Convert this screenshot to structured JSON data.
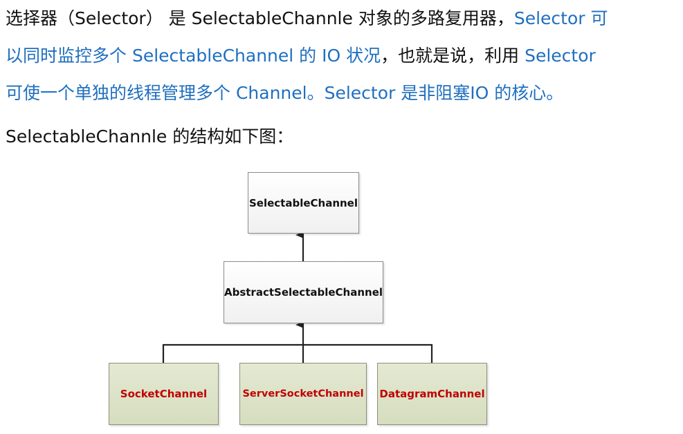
{
  "paragraph1": {
    "line1": {
      "a": "选择器（Selector） 是 SelectableChannle 对象的多路复用器，",
      "b": "Selector 可"
    },
    "line2": {
      "a": "以同时监控多个 SelectableChannel 的 IO 状况",
      "b": "，也就是说，利用 ",
      "c": "Selector"
    },
    "line3": {
      "a": "可使一个单独的线程管理多个 Channel。Selector 是非阻塞IO 的核心。"
    }
  },
  "paragraph2": "SelectableChannle 的结构如下图：",
  "diagram": {
    "root": "SelectableChannel",
    "middle": "AbstractSelectableChannel",
    "leaves": [
      "SocketChannel",
      "ServerSocketChannel",
      "DatagramChannel"
    ]
  },
  "colors": {
    "text": "#111111",
    "highlight": "#1f6fbf",
    "leaf_text": "#c00000",
    "leaf_fill": "#dde3c8"
  }
}
